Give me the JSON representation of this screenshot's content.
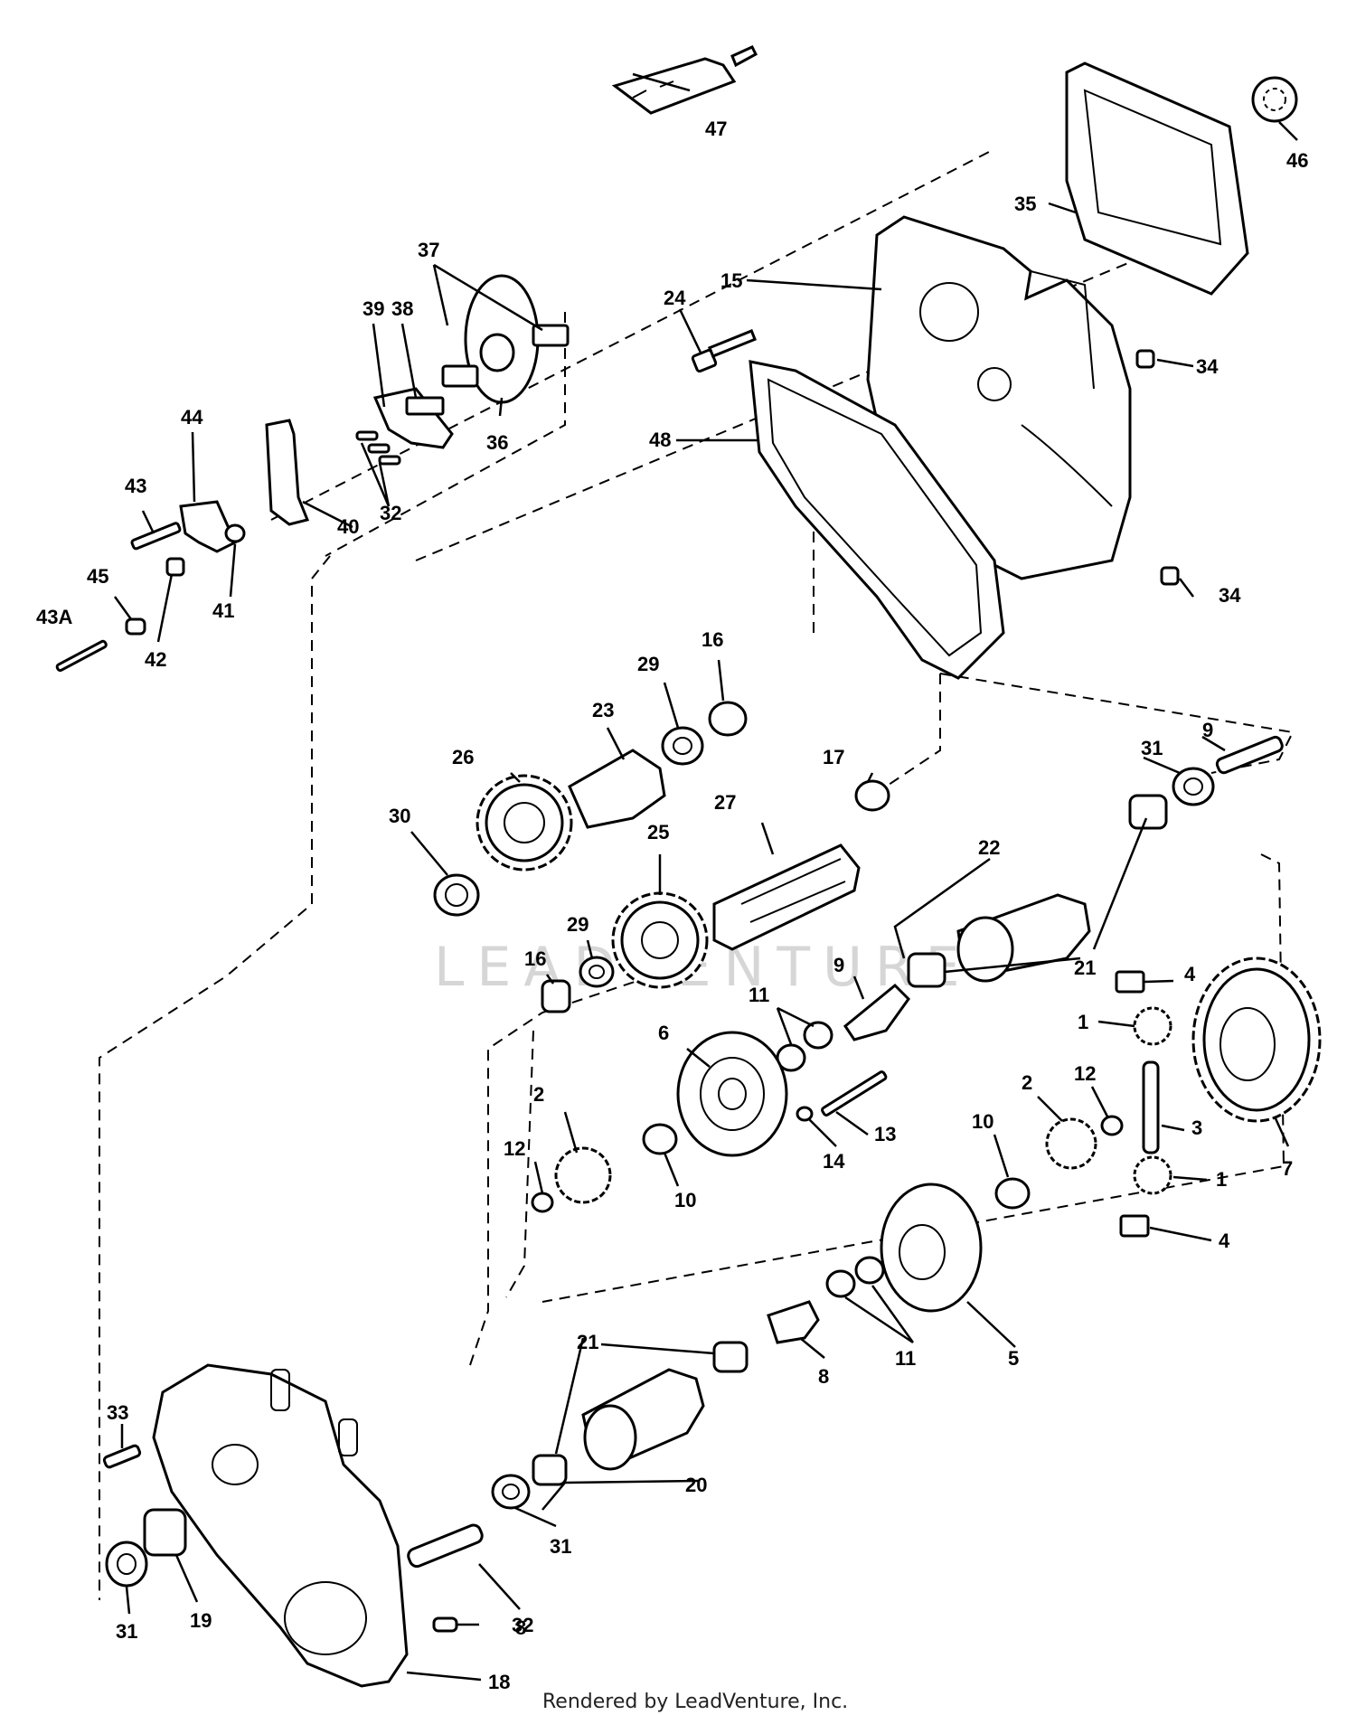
{
  "parts": [
    {
      "id": "p1a",
      "label": "1"
    },
    {
      "id": "p1b",
      "label": "1"
    },
    {
      "id": "p2a",
      "label": "2"
    },
    {
      "id": "p2b",
      "label": "2"
    },
    {
      "id": "p3",
      "label": "3"
    },
    {
      "id": "p4a",
      "label": "4"
    },
    {
      "id": "p4b",
      "label": "4"
    },
    {
      "id": "p5",
      "label": "5"
    },
    {
      "id": "p6",
      "label": "6"
    },
    {
      "id": "p7",
      "label": "7"
    },
    {
      "id": "p8a",
      "label": "8"
    },
    {
      "id": "p8b",
      "label": "8"
    },
    {
      "id": "p9a",
      "label": "9"
    },
    {
      "id": "p9b",
      "label": "9"
    },
    {
      "id": "p10a",
      "label": "10"
    },
    {
      "id": "p10b",
      "label": "10"
    },
    {
      "id": "p11a",
      "label": "11"
    },
    {
      "id": "p11b",
      "label": "11"
    },
    {
      "id": "p12a",
      "label": "12"
    },
    {
      "id": "p12b",
      "label": "12"
    },
    {
      "id": "p13",
      "label": "13"
    },
    {
      "id": "p14",
      "label": "14"
    },
    {
      "id": "p15",
      "label": "15"
    },
    {
      "id": "p16a",
      "label": "16"
    },
    {
      "id": "p16b",
      "label": "16"
    },
    {
      "id": "p17",
      "label": "17"
    },
    {
      "id": "p18",
      "label": "18"
    },
    {
      "id": "p19",
      "label": "19"
    },
    {
      "id": "p20",
      "label": "20"
    },
    {
      "id": "p21a",
      "label": "21"
    },
    {
      "id": "p21b",
      "label": "21"
    },
    {
      "id": "p22",
      "label": "22"
    },
    {
      "id": "p23",
      "label": "23"
    },
    {
      "id": "p24",
      "label": "24"
    },
    {
      "id": "p25",
      "label": "25"
    },
    {
      "id": "p26",
      "label": "26"
    },
    {
      "id": "p27",
      "label": "27"
    },
    {
      "id": "p29a",
      "label": "29"
    },
    {
      "id": "p29b",
      "label": "29"
    },
    {
      "id": "p30",
      "label": "30"
    },
    {
      "id": "p31a",
      "label": "31"
    },
    {
      "id": "p31b",
      "label": "31"
    },
    {
      "id": "p31c",
      "label": "31"
    },
    {
      "id": "p32a",
      "label": "32"
    },
    {
      "id": "p32b",
      "label": "32"
    },
    {
      "id": "p33",
      "label": "33"
    },
    {
      "id": "p34a",
      "label": "34"
    },
    {
      "id": "p34b",
      "label": "34"
    },
    {
      "id": "p35",
      "label": "35"
    },
    {
      "id": "p36",
      "label": "36"
    },
    {
      "id": "p37",
      "label": "37"
    },
    {
      "id": "p38",
      "label": "38"
    },
    {
      "id": "p39",
      "label": "39"
    },
    {
      "id": "p40",
      "label": "40"
    },
    {
      "id": "p41",
      "label": "41"
    },
    {
      "id": "p42",
      "label": "42"
    },
    {
      "id": "p43",
      "label": "43"
    },
    {
      "id": "p43A",
      "label": "43A"
    },
    {
      "id": "p44",
      "label": "44"
    },
    {
      "id": "p45",
      "label": "45"
    },
    {
      "id": "p46",
      "label": "46"
    },
    {
      "id": "p47",
      "label": "47"
    },
    {
      "id": "p48",
      "label": "48"
    }
  ],
  "watermark": "LEADVENTURE",
  "footer": "Rendered by LeadVenture, Inc."
}
